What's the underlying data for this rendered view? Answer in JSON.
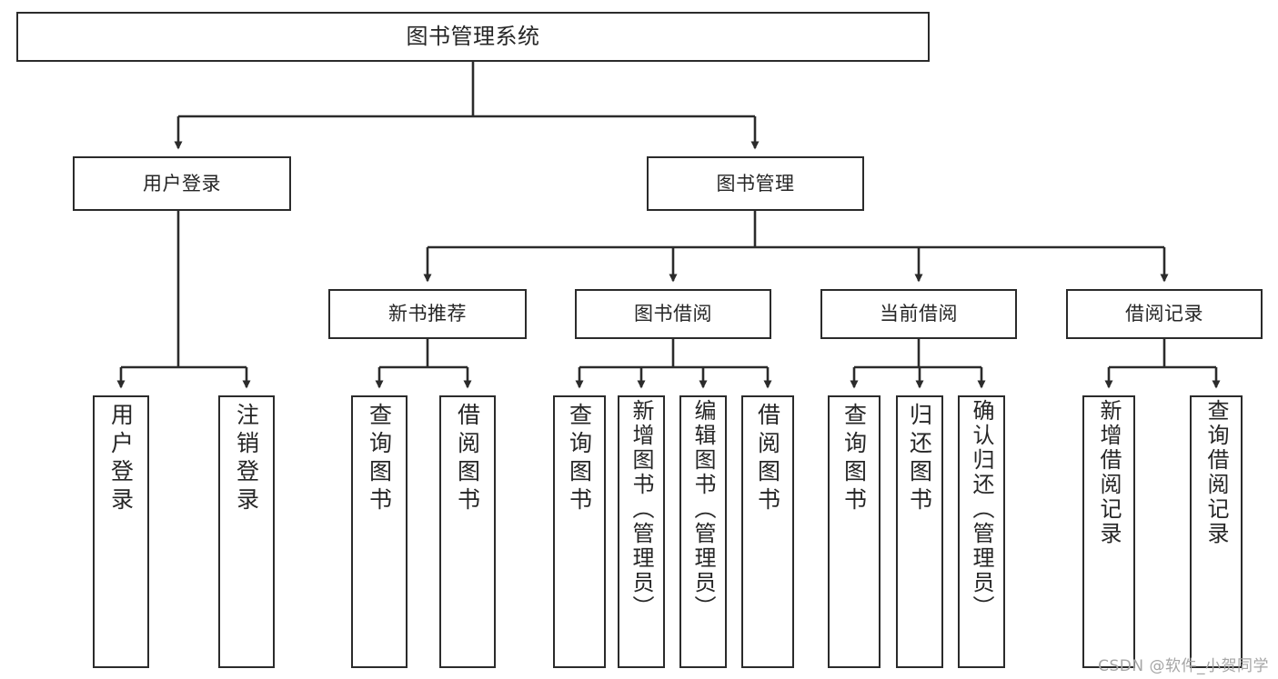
{
  "diagram": {
    "title": "图书管理系统",
    "type": "tree-hierarchy-chart",
    "root": {
      "label": "图书管理系统"
    },
    "level1": [
      {
        "label": "用户登录"
      },
      {
        "label": "图书管理"
      }
    ],
    "level2": [
      {
        "label": "新书推荐"
      },
      {
        "label": "图书借阅"
      },
      {
        "label": "当前借阅"
      },
      {
        "label": "借阅记录"
      }
    ],
    "leaves": [
      {
        "label": "用户登录"
      },
      {
        "label": "注销登录"
      },
      {
        "label": "查询图书"
      },
      {
        "label": "借阅图书"
      },
      {
        "label": "查询图书"
      },
      {
        "label": "新增图书（管理员）"
      },
      {
        "label": "编辑图书（管理员）"
      },
      {
        "label": "借阅图书"
      },
      {
        "label": "查询图书"
      },
      {
        "label": "归还图书"
      },
      {
        "label": "确认归还（管理员）"
      },
      {
        "label": "新增借阅记录"
      },
      {
        "label": "查询借阅记录"
      }
    ]
  },
  "watermark": {
    "text": "CSDN @软件_小贺同学"
  },
  "colors": {
    "stroke": "#2b2b2b",
    "fill": "#ffffff",
    "text": "#262626",
    "watermark": "#a6a6a6"
  }
}
